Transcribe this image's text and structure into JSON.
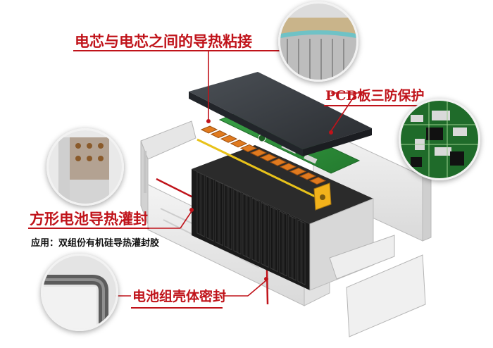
{
  "labels": {
    "thermal_bonding": "电芯与电芯之间的导热粘接",
    "pcb_protection": "PCB板三防保护",
    "prismatic_sealing": "方形电池导热灌封",
    "prismatic_application": "应用：双组份有机硅导热灌封胶",
    "housing_sealing": "电池组壳体密封"
  },
  "colors": {
    "accent_red": "#c0131a",
    "pcb_green": "#2f8f3a",
    "connector_orange": "#e07a1f",
    "cell_black": "#1a1a1a",
    "cover_grey": "#3b3f44"
  },
  "icons": {
    "top_bubble": "glue-bead-closeup",
    "pcb_bubble": "circuit-board-closeup",
    "left_bubble": "potted-cell-closeup",
    "bottom_bubble": "housing-seal-closeup"
  }
}
